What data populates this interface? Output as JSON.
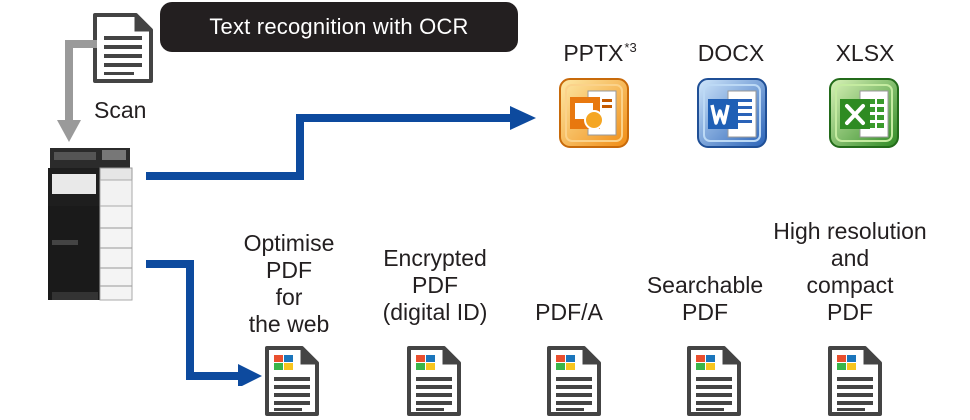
{
  "banner": {
    "text": "Text recognition with OCR"
  },
  "scan": {
    "label": "Scan",
    "icon": "document-icon"
  },
  "device": {
    "icon": "multifunction-printer-icon"
  },
  "office_formats": [
    {
      "label": "PPTX",
      "note": "*3",
      "icon": "powerpoint-icon",
      "color": "#f39c12"
    },
    {
      "label": "DOCX",
      "note": "",
      "icon": "word-icon",
      "color": "#2b6cb0"
    },
    {
      "label": "XLSX",
      "note": "",
      "icon": "excel-icon",
      "color": "#3a9a2c"
    }
  ],
  "pdf_formats": [
    {
      "label": "Optimise\nPDF\nfor\nthe web",
      "icon": "pdf-document-icon"
    },
    {
      "label": "Encrypted\nPDF\n(digital ID)",
      "icon": "pdf-document-icon"
    },
    {
      "label": "PDF/A",
      "icon": "pdf-document-icon"
    },
    {
      "label": "Searchable\nPDF",
      "icon": "pdf-document-icon"
    },
    {
      "label": "High resolution\nand\ncompact\nPDF",
      "icon": "pdf-document-icon"
    }
  ],
  "colors": {
    "arrow_blue": "#0d4a9e",
    "scan_arrow": "#9a9a9a",
    "banner_bg": "#231f20"
  }
}
